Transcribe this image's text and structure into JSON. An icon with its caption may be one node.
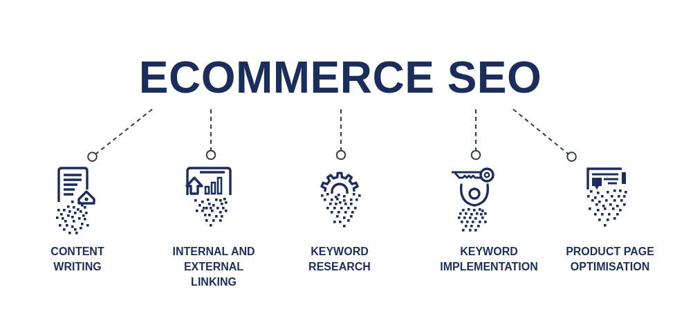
{
  "diagram": {
    "nodes": [
      {
        "text": [
          "ECOMMERCE SEO"
        ]
      },
      {
        "text": [
          "CONTENT WRITING"
        ]
      },
      {
        "text": [
          "INTERNAL AND EXTERNAL LINKING"
        ]
      },
      {
        "text": [
          "KEYWORD RESEARCH"
        ]
      },
      {
        "text": [
          "KEYWORD IMPLEMENTATION"
        ]
      },
      {
        "text": [
          "PRODUCT PAGE OPTIMISATION"
        ]
      }
    ],
    "edges": [
      {
        "from": 0,
        "to": 1,
        "arrow": "other",
        "style": "dashed"
      },
      {
        "from": 0,
        "to": 2,
        "arrow": "other",
        "style": "dashed"
      },
      {
        "from": 0,
        "to": 3,
        "arrow": "other",
        "style": "dashed"
      },
      {
        "from": 0,
        "to": 4,
        "arrow": "other",
        "style": "dashed"
      },
      {
        "from": 0,
        "to": 5,
        "arrow": "other",
        "style": "dashed"
      }
    ]
  }
}
